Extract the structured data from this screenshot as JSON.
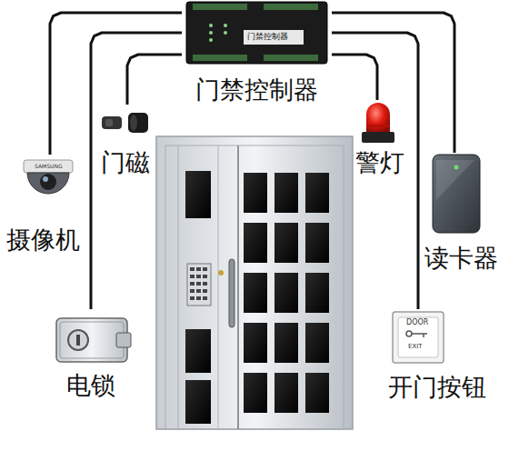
{
  "diagram": {
    "nodes": [
      {
        "text": [
          "门禁控制器"
        ]
      },
      {
        "text": [
          "门磁"
        ]
      },
      {
        "text": [
          "摄像机"
        ]
      },
      {
        "text": [
          "警灯"
        ]
      },
      {
        "text": [
          "读卡器"
        ]
      },
      {
        "text": [
          "电锁"
        ]
      },
      {
        "text": [
          "开门按钮"
        ]
      }
    ],
    "edges": [
      {
        "from": 0,
        "to": 1,
        "arrow": "none"
      },
      {
        "from": 0,
        "to": 2,
        "arrow": "none"
      },
      {
        "from": 0,
        "to": 3,
        "arrow": "none"
      },
      {
        "from": 0,
        "to": 4,
        "arrow": "none"
      },
      {
        "from": 0,
        "to": 5,
        "arrow": "none"
      },
      {
        "from": 0,
        "to": 6,
        "arrow": "none"
      }
    ],
    "labels": [
      "门禁控制器",
      "SAMSUNG",
      "DOOR",
      "EXIT"
    ]
  }
}
